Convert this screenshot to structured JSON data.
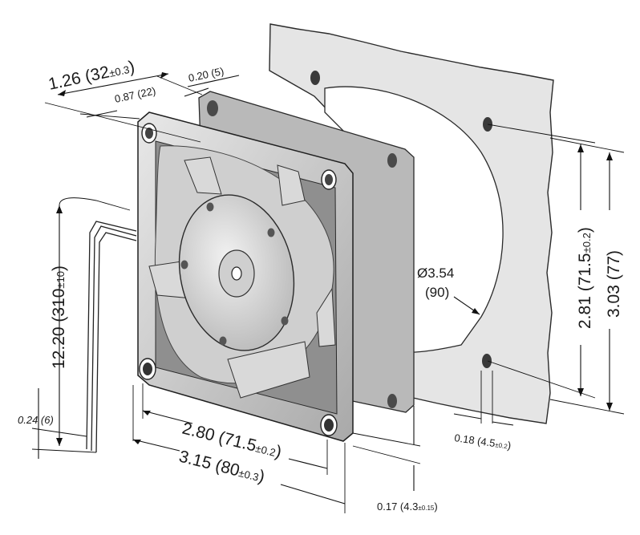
{
  "dimensions": {
    "depth": {
      "main": "1.26 (32",
      "tol": "±0.3",
      "end": ")"
    },
    "hub_depth": {
      "main": "0.87 (22)"
    },
    "flange": {
      "main": "0.20 (5)"
    },
    "cable_length": {
      "main": "12.20 (310",
      "tol": "±10",
      "end": ")"
    },
    "wire_gauge": {
      "main": "0.24 (6)"
    },
    "hole_spacing_x": {
      "main": "2.80 (71.5",
      "tol": "±0.2",
      "end": ")"
    },
    "width": {
      "main": "3.15 (80",
      "tol": "±0.3",
      "end": ")"
    },
    "flange_thickness": {
      "main": "0.17 (4.3",
      "tol": "±0.15",
      "end": ")"
    },
    "hole_diameter": {
      "main": "0.18 (4.5",
      "tol": "±0.2",
      "end": ")"
    },
    "hole_spacing_y": {
      "main": "2.81 (71.5",
      "tol": "±0.2",
      "end": ")"
    },
    "height": {
      "main": "3.03 (77)"
    },
    "cutout_diameter": {
      "line1": "Ø3.54",
      "line2": "(90)"
    }
  },
  "colors": {
    "frame": "#c9c9c9",
    "frame_shadow": "#9a9a9a",
    "hub": "#dcdcdc",
    "plate": "#e6e6e6",
    "line": "#111111"
  }
}
